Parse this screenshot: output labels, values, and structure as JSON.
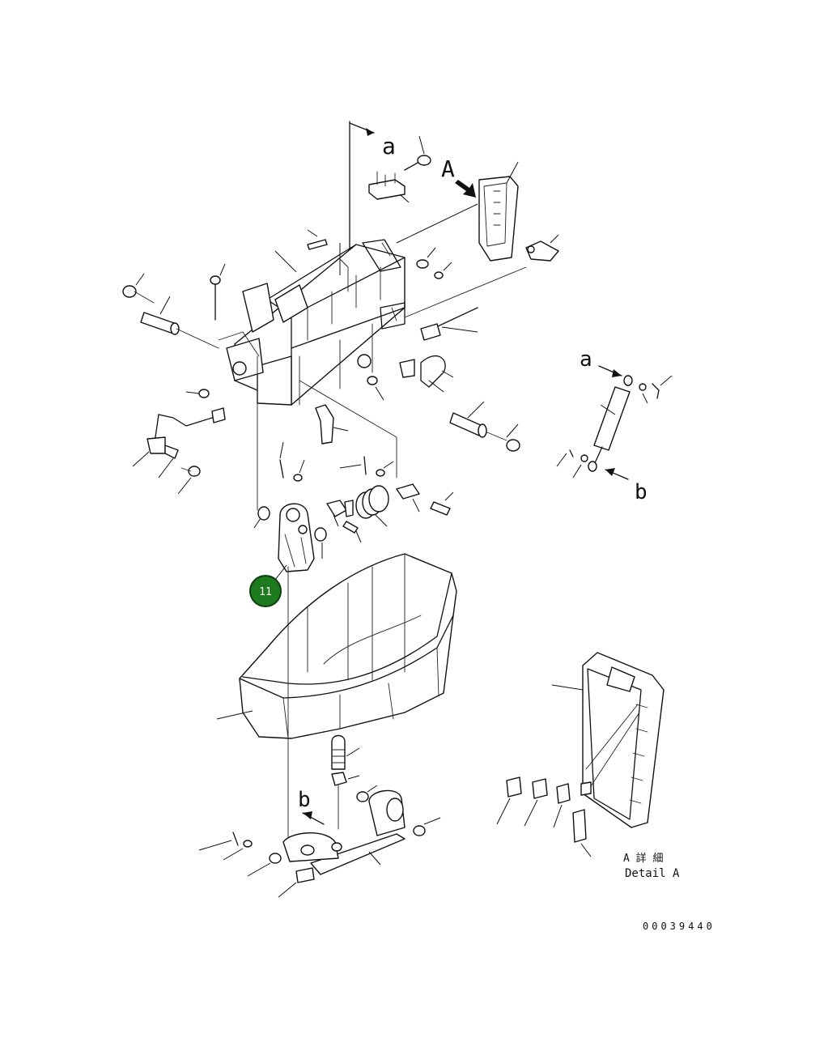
{
  "diagram": {
    "view_label_A": "A",
    "flow_labels": {
      "a_top": "a",
      "a_right": "a",
      "b_right": "b",
      "b_bottom": "b"
    },
    "detail_label_jp": "A 詳 細",
    "detail_label_en": "Detail A",
    "drawing_number": "00039440",
    "callouts": [
      {
        "id": "11",
        "color": "#1e7a1e"
      }
    ]
  }
}
